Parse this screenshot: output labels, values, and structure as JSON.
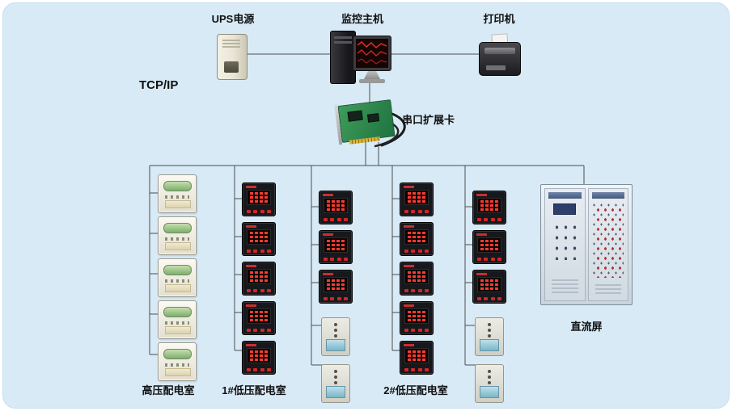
{
  "diagram": {
    "panel_color": "#d8eaf6",
    "line_color": "#4d4d4d",
    "labels": {
      "ups": "UPS电源",
      "host": "监控主机",
      "printer": "打印机",
      "tcpip": "TCP/IP",
      "serial_card": "串口扩展卡",
      "hv_room": "高压配电室",
      "lv_room_1": "1#低压配电室",
      "lv_room_2": "2#低压配电室",
      "dc_panel": "直流屏"
    },
    "devices": {
      "hv": [
        "relay",
        "relay",
        "relay",
        "relay",
        "relay"
      ],
      "lv1_col1": [
        "meter",
        "meter",
        "meter",
        "meter",
        "meter"
      ],
      "lv1_col2": [
        "meter",
        "meter",
        "meter",
        "controller",
        "controller"
      ],
      "lv2_col1": [
        "meter",
        "meter",
        "meter",
        "meter",
        "meter"
      ],
      "lv2_col2": [
        "meter",
        "meter",
        "meter",
        "controller",
        "controller"
      ]
    }
  }
}
